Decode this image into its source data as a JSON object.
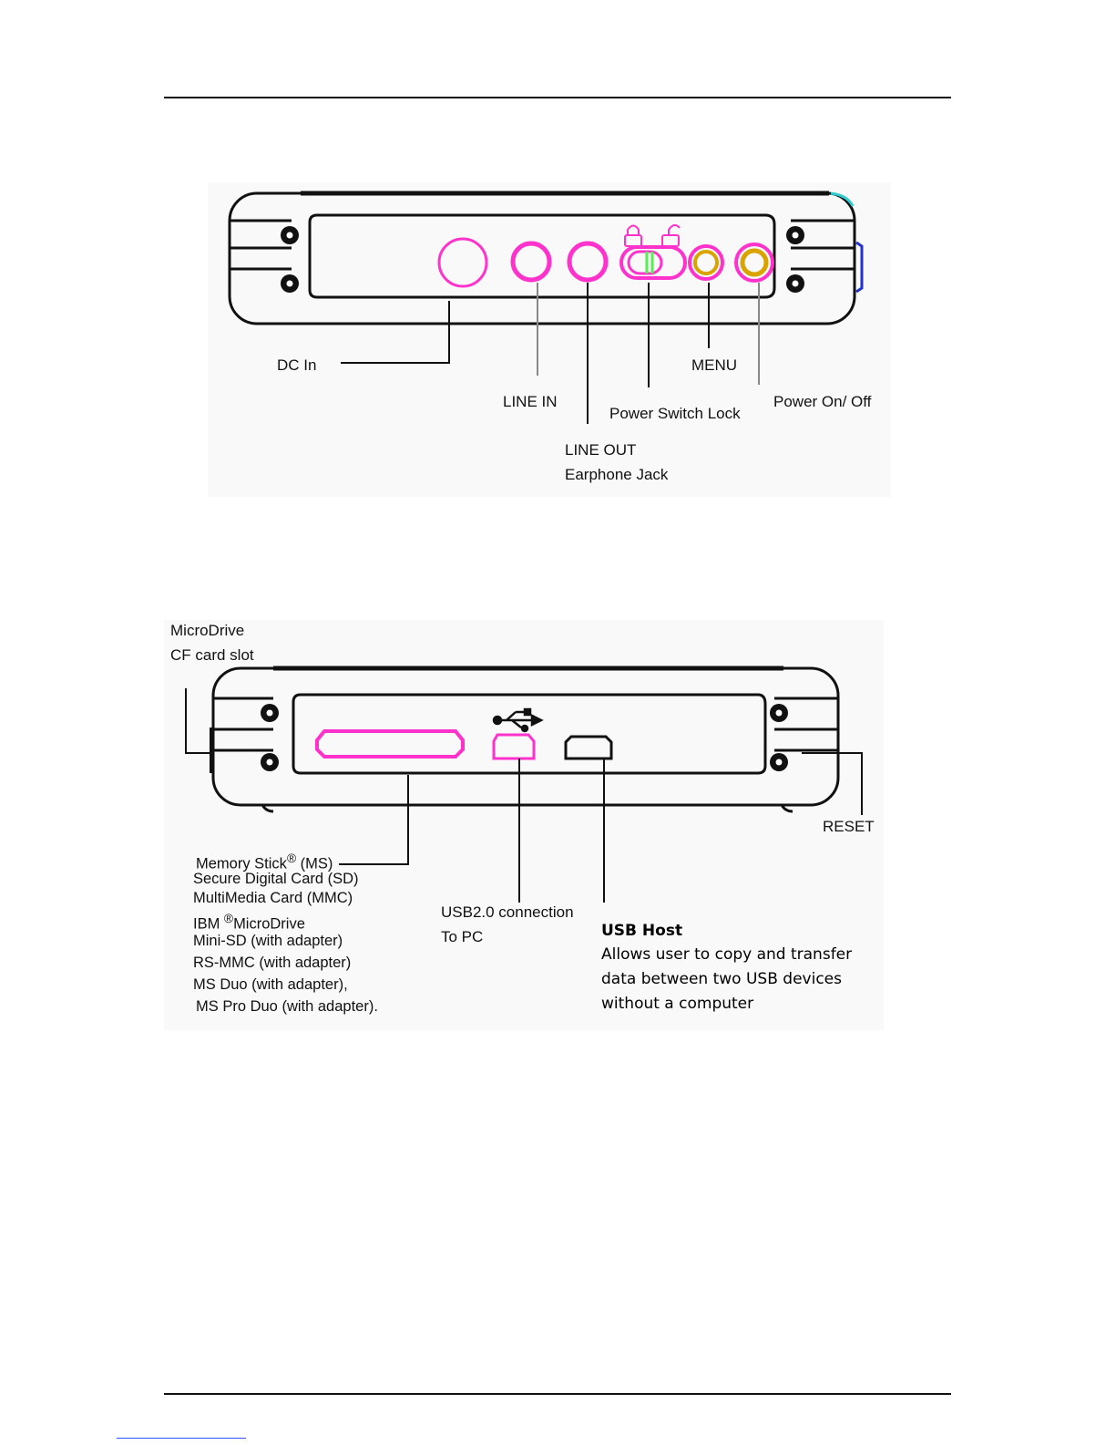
{
  "front_panel": {
    "labels": {
      "dc_in": "DC In",
      "line_in": "LINE IN",
      "line_out": "LINE OUT",
      "earphone_jack": "Earphone Jack",
      "power_switch_lock": "Power Switch Lock",
      "menu": "MENU",
      "power_on_off": "Power On/ Off"
    }
  },
  "rear_panel": {
    "labels": {
      "microdrive": "MicroDrive",
      "cf_card_slot": "CF card slot",
      "reset": "RESET",
      "usb_connection": "USB2.0 connection",
      "to_pc": "To PC",
      "usb_host_title": "USB Host",
      "usb_host_desc": [
        "Allows user to copy and transfer",
        "data between two USB devices",
        "without a computer"
      ]
    },
    "card_formats": {
      "memory_stick": "Memory Stick",
      "memory_stick_mark": "®",
      "memory_stick_suffix": " (MS)",
      "sd": "Secure Digital Card   (SD)",
      "mmc": "MultiMedia Card   (MMC)",
      "ibm_prefix": "IBM ",
      "ibm_mark": "®",
      "ibm_suffix": "MicroDrive",
      "mini_sd": "Mini-SD (with adapter)",
      "rs_mmc": "RS-MMC (with adapter)",
      "ms_duo": "MS Duo (with adapter),",
      "ms_pro_duo": "MS Pro Duo (with adapter)."
    }
  },
  "colors": {
    "port_magenta": "#ff33cc",
    "button_gold": "#d9a400",
    "switch_green": "#55ee55",
    "outline": "#111111"
  },
  "icons": {
    "usb_symbol": "usb-icon",
    "lock_closed": "lock-closed-icon",
    "lock_open": "lock-open-icon"
  }
}
